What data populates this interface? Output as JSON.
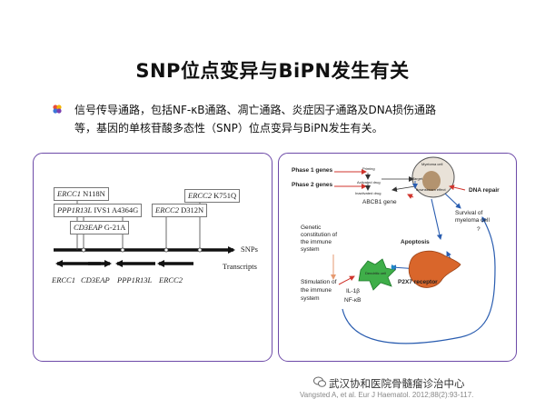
{
  "slide": {
    "title": "SNP位点变异与BiPN发生有关",
    "bullet_line1": "信号传导通路，包括NF-κB通路、凋亡通路、炎症因子通路及DNA损伤通路",
    "bullet_line2": "等，基因的单核苷酸多态性（SNP）位点变异与BiPN发生有关。",
    "bullet_icon": "multicolor-bullet-icon"
  },
  "left_figure": {
    "snp_boxes": [
      "N118N",
      "IVS1 A4364G",
      "G-21A",
      "D312N",
      "K751Q"
    ],
    "snp_box_genes": [
      "ERCC1",
      "PPP1R13L",
      "CD3EAP",
      "ERCC2",
      "ERCC2"
    ],
    "snps_label": "SNPs",
    "transcripts_label": "Transcripts",
    "gene_labels": [
      "ERCC1",
      "CD3EAP",
      "PPP1R13L",
      "ERCC2"
    ]
  },
  "right_figure": {
    "phase1": "Phase 1 genes",
    "phase2": "Phase 2 genes",
    "priming": "Priming",
    "activated_drug": "Activated drug",
    "inactivated_drug": "Inactivated drug",
    "myeloma_cell": "Myeloma cell",
    "target": "Target",
    "downstream_effect": "downstream effect",
    "abcb1": "ABCB1 gene",
    "dna_repair": "DNA repair",
    "survival1": "Survival of",
    "survival2": "myeloma cell",
    "question": "?",
    "genetic1": "Genetic",
    "genetic2": "constitution of",
    "genetic3": "the immune",
    "genetic4": "system",
    "apoptosis": "Apoptosis",
    "dendritic": "Dendritic cell",
    "stim1": "Stimulation of",
    "stim2": "the immune",
    "stim3": "system",
    "il": "IL-1β",
    "nfkb": "NF-κB",
    "p2x7": "P2X7 receptor"
  },
  "citation": "Vangsted A, et al. Eur J Haematol. 2012;88(2):93-117.",
  "watermark": "武汉协和医院骨髓瘤诊治中心",
  "colors": {
    "panel_border": "#6d4aa8",
    "red_arrow": "#d0342c",
    "blue_arrow": "#2a5db0",
    "green_cell": "#3fae49",
    "orange_cell": "#d9662b"
  }
}
